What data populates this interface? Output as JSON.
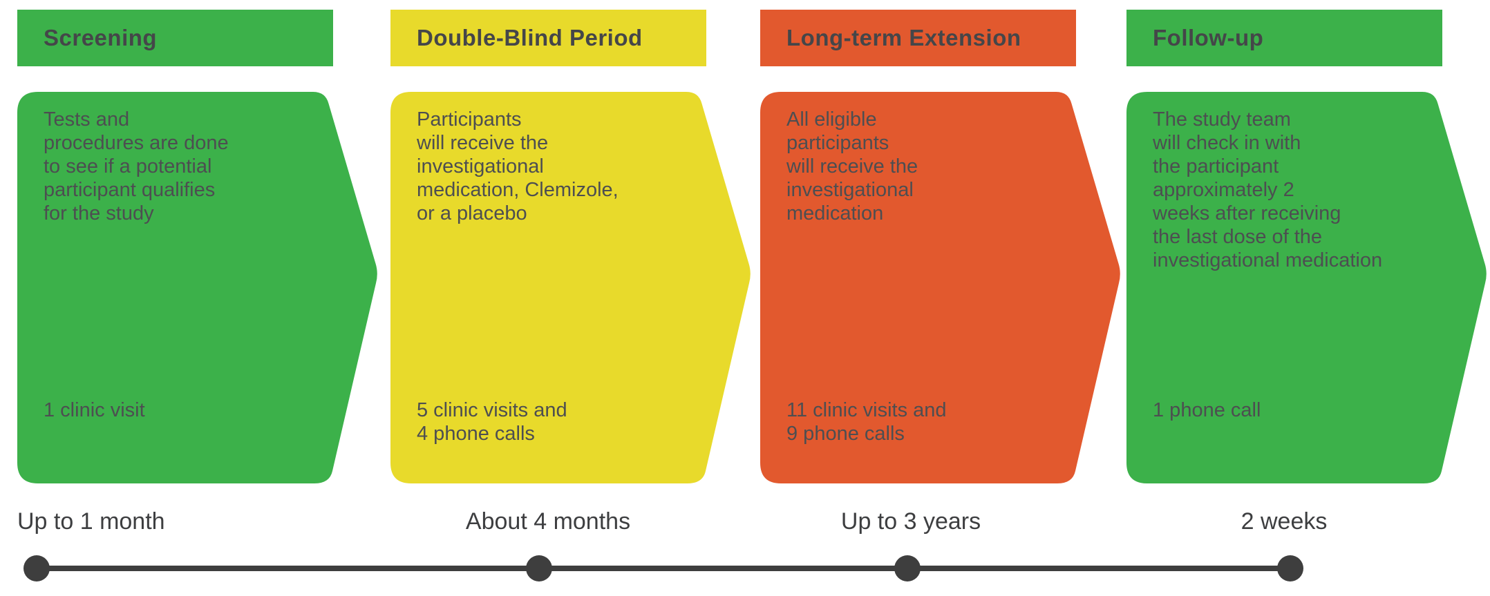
{
  "phases": [
    {
      "name": "Screening",
      "color": "#3cb14a",
      "description": "Tests and\nprocedures are done\nto see if a potential\nparticipant qualifies\nfor the study",
      "visits": "1 clinic visit",
      "duration": "Up to 1 month"
    },
    {
      "name": "Double-Blind Period",
      "color": "#e8da2b",
      "description": "Participants\nwill receive the\ninvestigational\nmedication, Clemizole,\nor a placebo",
      "visits": "5 clinic visits and\n4 phone calls",
      "duration": "About 4 months"
    },
    {
      "name": "Long-term Extension",
      "color": "#e2592e",
      "description": "All eligible\nparticipants\nwill receive the\ninvestigational\nmedication",
      "visits": "11 clinic visits and\n9 phone calls",
      "duration": "Up to 3 years"
    },
    {
      "name": "Follow-up",
      "color": "#3cb14a",
      "description": "The study team\nwill check in with\nthe participant\napproximately 2\nweeks after receiving\nthe last dose of the\ninvestigational medication",
      "visits": "1 phone call",
      "duration": "2 weeks"
    }
  ],
  "timeline": {
    "color": "#3e3e3e",
    "dot_count": "4"
  },
  "text_colors": {
    "header": "#454649",
    "body": "#4d4e51",
    "duration": "#3d3e40"
  }
}
